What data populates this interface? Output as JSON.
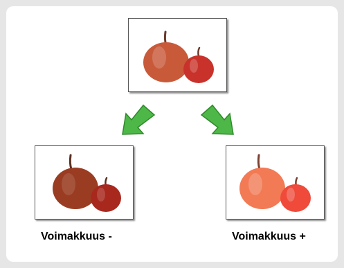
{
  "captions": {
    "decrease": "Voimakkuus -",
    "increase": "Voimakkuus +"
  },
  "colors": {
    "background": "#e6e6e6",
    "panel": "#ffffff",
    "arrow_green": "#4db848",
    "original_big": "#c85a3a",
    "original_small": "#c8322a",
    "decrease_big": "#9a3c22",
    "decrease_small": "#a8281e",
    "increase_big": "#f27a55",
    "increase_small": "#ef4a3a"
  },
  "images": {
    "original": "apples-original",
    "decrease": "apples-less-saturated",
    "increase": "apples-more-saturated"
  },
  "icons": {
    "left_arrow": "arrow-down-left-icon",
    "right_arrow": "arrow-down-right-icon"
  }
}
